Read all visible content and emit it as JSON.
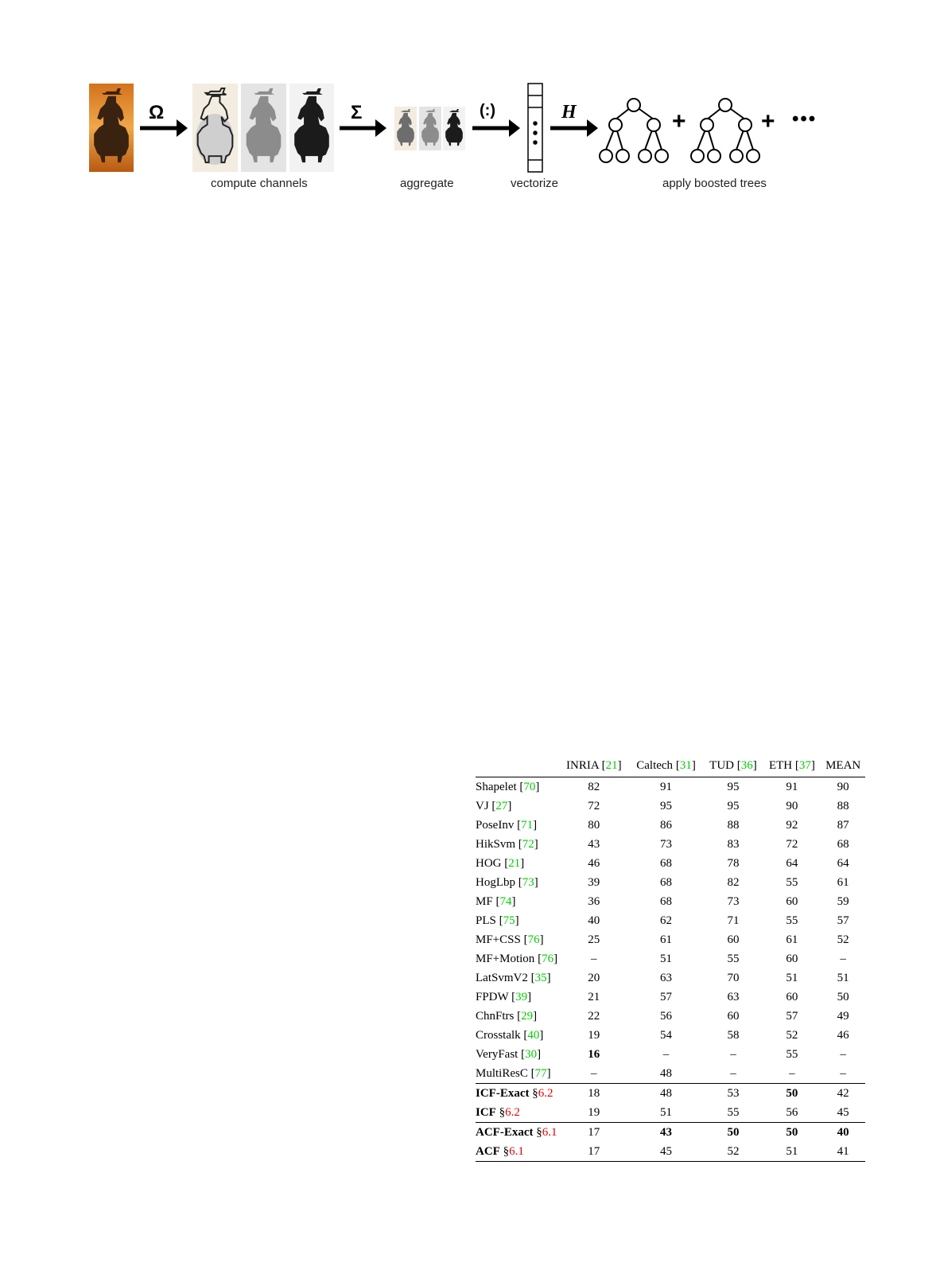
{
  "figure": {
    "labels": {
      "compute_channels": "compute channels",
      "aggregate": "aggregate",
      "vectorize": "vectorize",
      "apply_boosted_trees": "apply boosted trees"
    },
    "operators": {
      "omega": "Ω",
      "sigma": "Σ",
      "colon": "(:)",
      "h": "H"
    },
    "plus": "+",
    "ellipsis": "•••",
    "colors": {
      "sunset": "#e0902e",
      "silhouette": "#2a1a0f"
    }
  },
  "table": {
    "columns": [
      {
        "name": "INRIA",
        "ref": "21"
      },
      {
        "name": "Caltech",
        "ref": "31"
      },
      {
        "name": "TUD",
        "ref": "36"
      },
      {
        "name": "ETH",
        "ref": "37"
      },
      {
        "name": "MEAN",
        "ref": ""
      }
    ],
    "rows": [
      {
        "method": "Shapelet",
        "ref": "70",
        "vals": [
          "82",
          "91",
          "95",
          "91",
          "90"
        ]
      },
      {
        "method": "VJ",
        "ref": "27",
        "vals": [
          "72",
          "95",
          "95",
          "90",
          "88"
        ]
      },
      {
        "method": "PoseInv",
        "ref": "71",
        "vals": [
          "80",
          "86",
          "88",
          "92",
          "87"
        ]
      },
      {
        "method": "HikSvm",
        "ref": "72",
        "vals": [
          "43",
          "73",
          "83",
          "72",
          "68"
        ]
      },
      {
        "method": "HOG",
        "ref": "21",
        "vals": [
          "46",
          "68",
          "78",
          "64",
          "64"
        ]
      },
      {
        "method": "HogLbp",
        "ref": "73",
        "vals": [
          "39",
          "68",
          "82",
          "55",
          "61"
        ]
      },
      {
        "method": "MF",
        "ref": "74",
        "vals": [
          "36",
          "68",
          "73",
          "60",
          "59"
        ]
      },
      {
        "method": "PLS",
        "ref": "75",
        "vals": [
          "40",
          "62",
          "71",
          "55",
          "57"
        ]
      },
      {
        "method": "MF+CSS",
        "ref": "76",
        "vals": [
          "25",
          "61",
          "60",
          "61",
          "52"
        ]
      },
      {
        "method": "MF+Motion",
        "ref": "76",
        "vals": [
          "–",
          "51",
          "55",
          "60",
          "–"
        ]
      },
      {
        "method": "LatSvmV2",
        "ref": "35",
        "vals": [
          "20",
          "63",
          "70",
          "51",
          "51"
        ]
      },
      {
        "method": "FPDW",
        "ref": "39",
        "vals": [
          "21",
          "57",
          "63",
          "60",
          "50"
        ]
      },
      {
        "method": "ChnFtrs",
        "ref": "29",
        "vals": [
          "22",
          "56",
          "60",
          "57",
          "49"
        ]
      },
      {
        "method": "Crosstalk",
        "ref": "40",
        "vals": [
          "19",
          "54",
          "58",
          "52",
          "46"
        ]
      },
      {
        "method": "VeryFast",
        "ref": "30",
        "vals": [
          "16",
          "–",
          "–",
          "55",
          "–"
        ],
        "bold": [
          0
        ]
      },
      {
        "method": "MultiResC",
        "ref": "77",
        "vals": [
          "–",
          "48",
          "–",
          "–",
          "–"
        ]
      },
      {
        "method": "ICF-Exact",
        "sec": "6.2",
        "vals": [
          "18",
          "48",
          "53",
          "50",
          "42"
        ],
        "bold": [
          3
        ],
        "bold_name": true,
        "sep": true
      },
      {
        "method": "ICF",
        "sec": "6.2",
        "vals": [
          "19",
          "51",
          "55",
          "56",
          "45"
        ],
        "bold_name": true
      },
      {
        "method": "ACF-Exact",
        "sec": "6.1",
        "vals": [
          "17",
          "43",
          "50",
          "50",
          "40"
        ],
        "bold": [
          1,
          2,
          3,
          4
        ],
        "bold_name": true,
        "sep": true
      },
      {
        "method": "ACF",
        "sec": "6.1",
        "vals": [
          "17",
          "45",
          "52",
          "51",
          "41"
        ],
        "bold_name": true,
        "last": true
      }
    ]
  }
}
